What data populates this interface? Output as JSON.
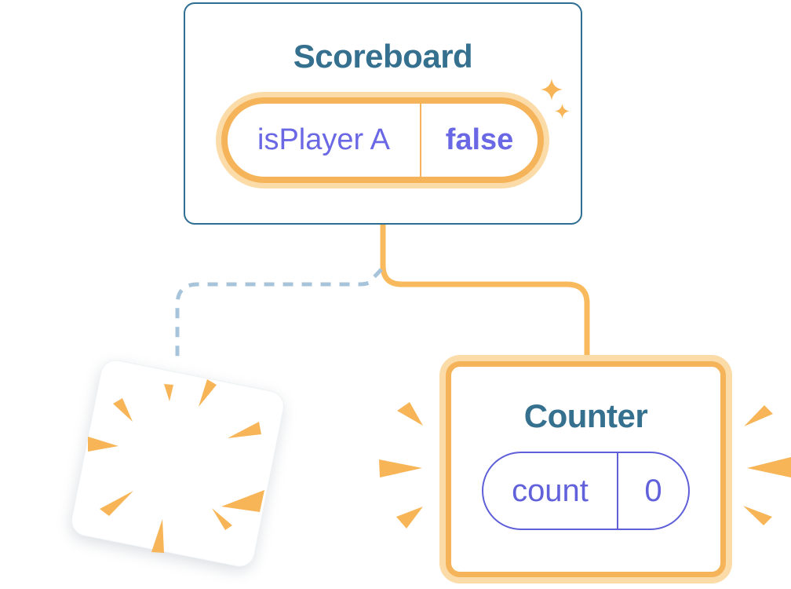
{
  "illustration": {
    "description": "Component tree state diagram: Scoreboard keeps state while a child component is destroyed and a new Counter is created",
    "scoreboard": {
      "title": "Scoreboard",
      "state": {
        "label": "isPlayer A",
        "value": "false"
      }
    },
    "counter": {
      "title": "Counter",
      "state": {
        "label": "count",
        "value": "0"
      }
    },
    "icons": [
      "sparkles-icon",
      "poof-burst-icon",
      "spark-rays-icon"
    ],
    "colors": {
      "card_border_blue": "#2E6E92",
      "title_teal": "#35708F",
      "orange": "#F6B45A",
      "orange_light": "#FBDCA9",
      "connector_orange": "#F8BA5C",
      "dashed_blue": "#A7C4DB",
      "state_purple": "#6B68E6",
      "counter_purple": "#5F5FD9",
      "background": "#FFFFFF"
    }
  }
}
